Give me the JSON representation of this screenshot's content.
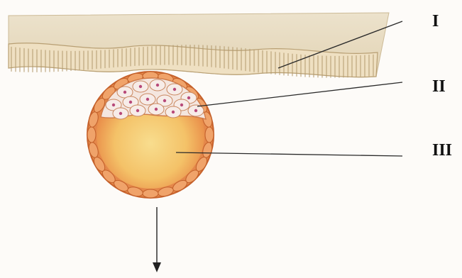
{
  "labels": {
    "i": "I",
    "ii": "II",
    "iii": "III"
  },
  "colors": {
    "tissue": "#e8dcc2",
    "epithelium": "#efe2c8",
    "trophoblast": "#e58a4c",
    "cell_mass": "#f5e9e4",
    "cavity_center": "#f6d27a",
    "cavity_edge": "#e7773e",
    "pointer_line": "#2a2a2a"
  }
}
